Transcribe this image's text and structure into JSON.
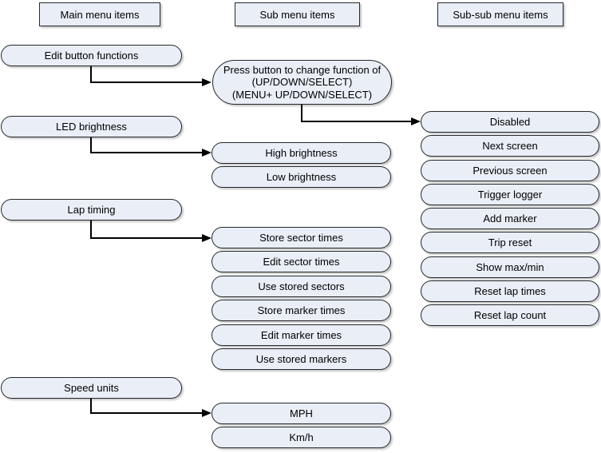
{
  "colors": {
    "node_fill": "#e9eef7",
    "node_border": "#25282c",
    "connector": "#000000",
    "background": "#ffffff",
    "text": "#000000"
  },
  "headers": {
    "main": "Main menu items",
    "sub": "Sub menu items",
    "subsub": "Sub-sub menu items"
  },
  "main_items": [
    {
      "label": "Edit button functions"
    },
    {
      "label": "LED brightness"
    },
    {
      "label": "Lap timing"
    },
    {
      "label": "Speed units"
    }
  ],
  "press_box": {
    "lines": [
      "Press button to change function of",
      "(UP/DOWN/SELECT)",
      "(MENU+ UP/DOWN/SELECT)"
    ]
  },
  "led_sub_items": [
    {
      "label": "High brightness"
    },
    {
      "label": "Low brightness"
    }
  ],
  "lap_sub_items": [
    {
      "label": "Store sector times"
    },
    {
      "label": "Edit sector times"
    },
    {
      "label": "Use stored sectors"
    },
    {
      "label": "Store marker times"
    },
    {
      "label": "Edit marker times"
    },
    {
      "label": "Use stored markers"
    }
  ],
  "speed_sub_items": [
    {
      "label": "MPH"
    },
    {
      "label": "Km/h"
    }
  ],
  "subsub_items": [
    {
      "label": "Disabled"
    },
    {
      "label": "Next screen"
    },
    {
      "label": "Previous screen"
    },
    {
      "label": "Trigger logger"
    },
    {
      "label": "Add marker"
    },
    {
      "label": "Trip reset"
    },
    {
      "label": "Show max/min"
    },
    {
      "label": "Reset lap times"
    },
    {
      "label": "Reset lap count"
    }
  ]
}
